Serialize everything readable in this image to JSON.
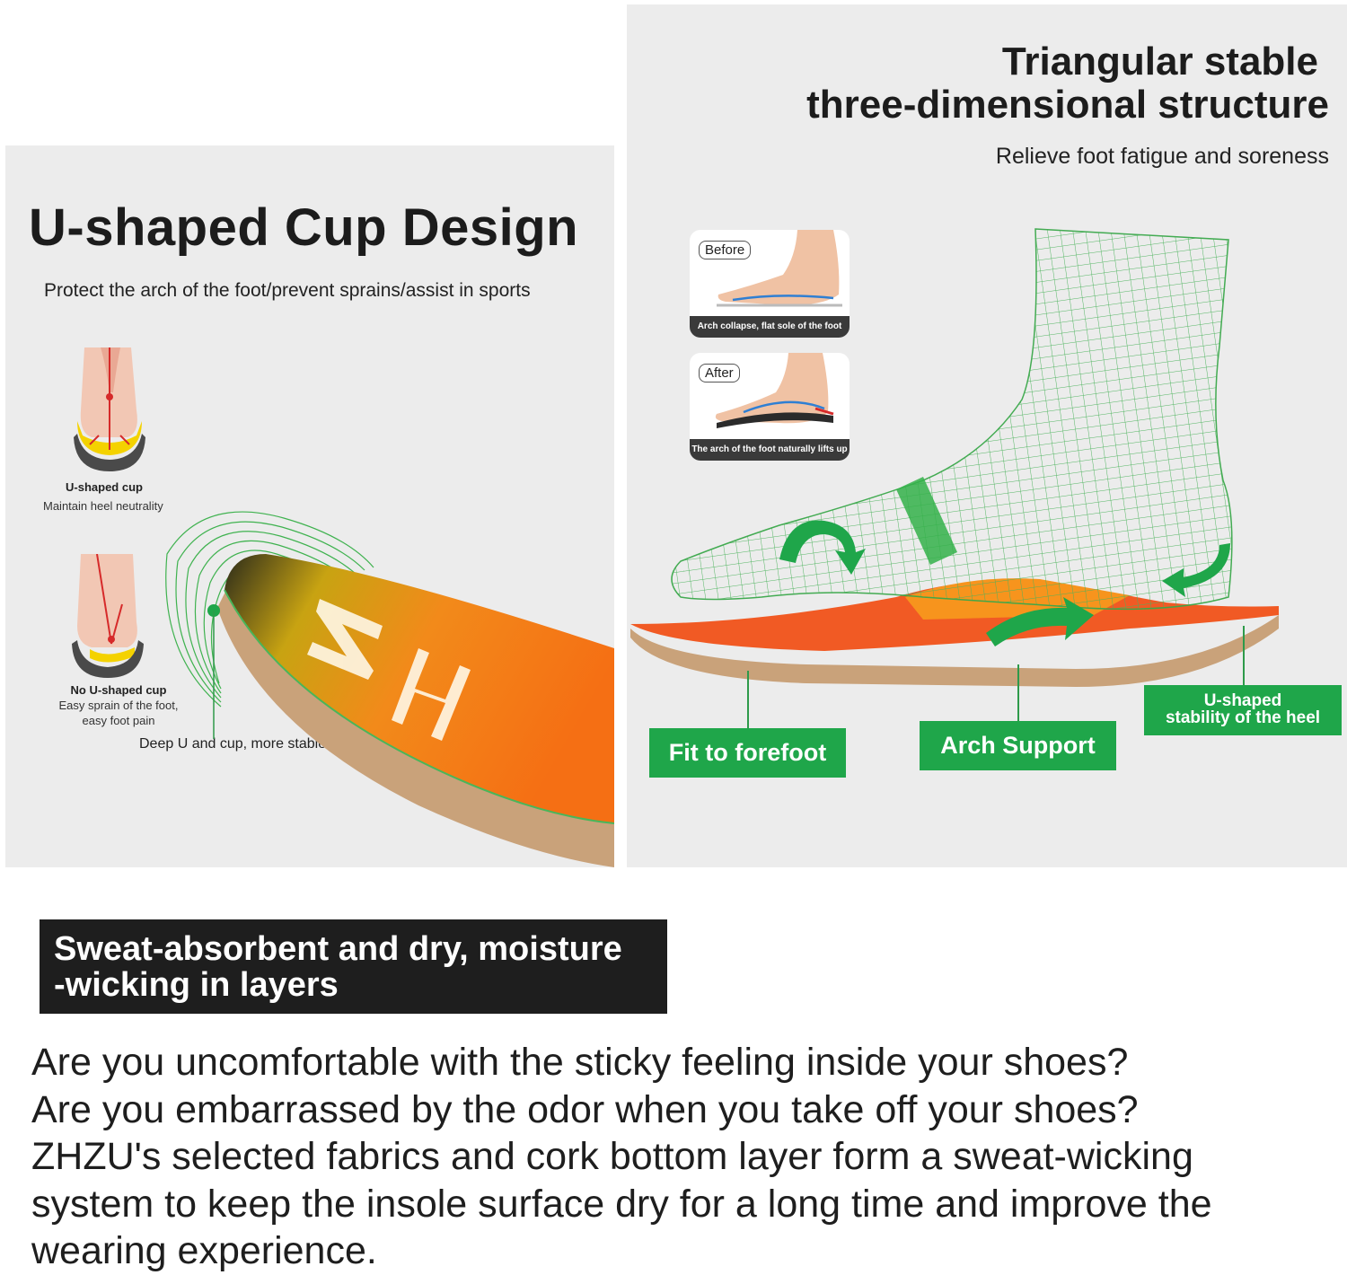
{
  "left_panel": {
    "title": "U-shaped Cup Design",
    "subtitle": "Protect the arch of the foot/prevent sprains/assist in sports",
    "u_cup": {
      "title": "U-shaped cup",
      "text": "Maintain heel neutrality"
    },
    "no_u_cup": {
      "title": "No U-shaped cup",
      "lines": [
        "Easy sprain of the foot,",
        "easy foot pain"
      ]
    },
    "deep_u_caption": "Deep U and cup, more stable.",
    "insole_logo": "ZHZU"
  },
  "right_panel": {
    "title_lines": [
      "Triangular stable",
      "three-dimensional structure"
    ],
    "subtitle": "Relieve foot fatigue and soreness",
    "before": {
      "badge": "Before",
      "caption": "Arch collapse, flat sole of the foot"
    },
    "after": {
      "badge": "After",
      "caption": "The arch of the foot naturally lifts up"
    },
    "labels": {
      "forefoot": "Fit to forefoot",
      "arch": "Arch Support",
      "heel_lines": [
        "U-shaped",
        "stability of the heel"
      ]
    }
  },
  "banner": {
    "lines": [
      "Sweat-absorbent and dry, moisture",
      "-wicking in layers"
    ]
  },
  "body_lines": [
    "Are you uncomfortable with the sticky feeling inside your shoes?",
    "Are you embarrassed by the odor when you take off your shoes?",
    "ZHZU's selected fabrics and cork bottom layer form a sweat-wicking",
    "system to keep the insole surface dry for a long time and improve the",
    "wearing experience."
  ],
  "colors": {
    "accent_green": "#1fa64a",
    "insole_orange": "#f47a1f",
    "cork": "#c9a27a",
    "panel_bg": "#ececec",
    "banner_bg": "#1e1e1e"
  },
  "icons": [
    "heel-u-cup-figure",
    "heel-no-cup-figure",
    "insole-image",
    "wireframe-foot-image",
    "curved-arrow-icon"
  ]
}
